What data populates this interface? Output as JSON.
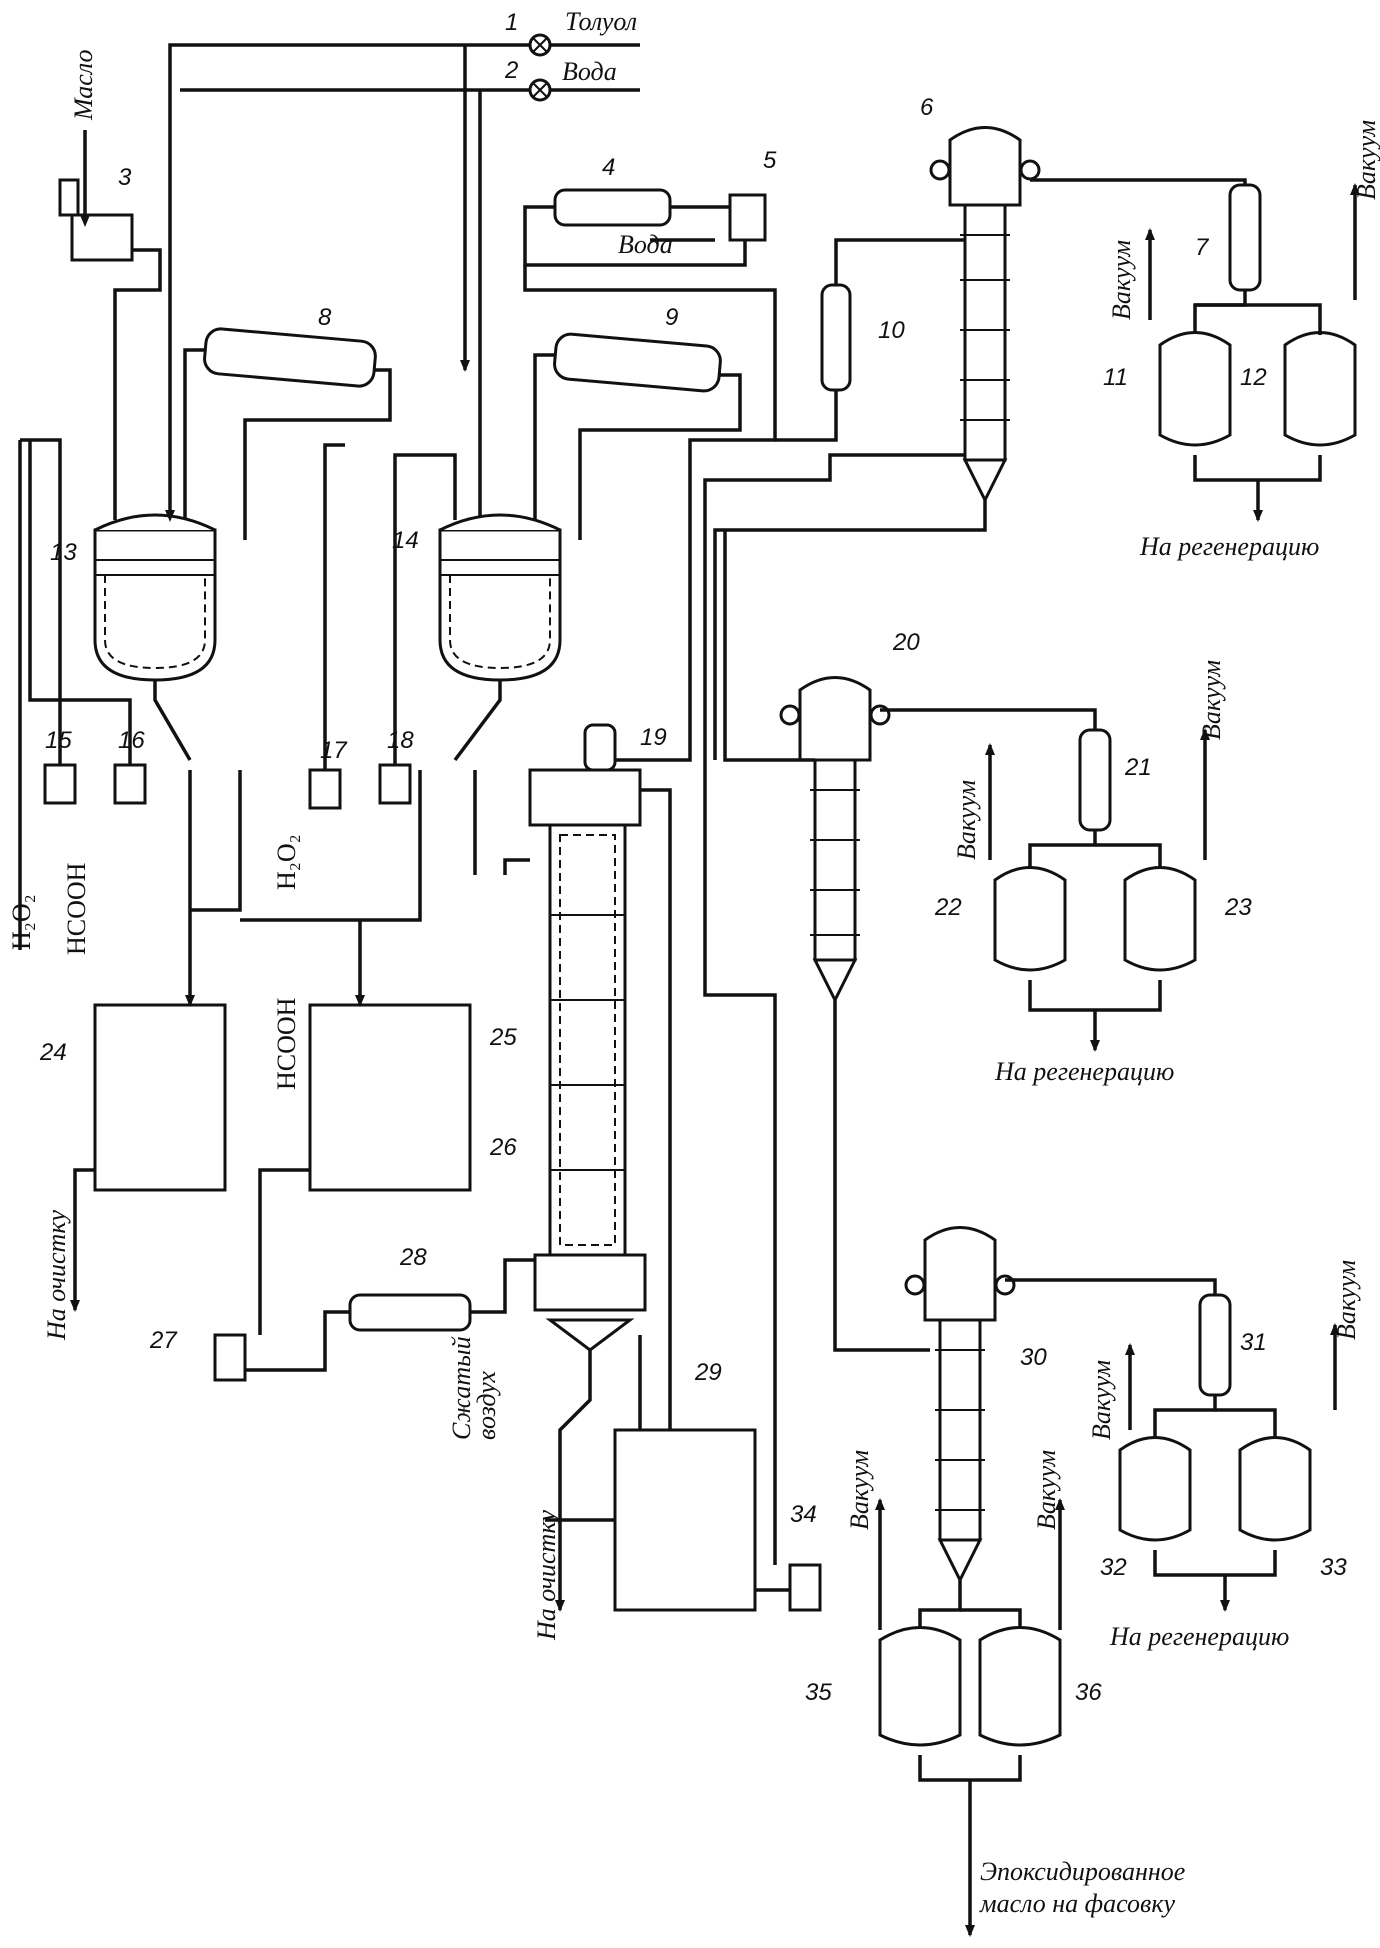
{
  "labels": {
    "toluene": "Толуол",
    "water_top": "Вода",
    "oil": "Масло",
    "water_cooler": "Вода",
    "vacuum": "Вакуум",
    "to_regeneration": "На регенерацию",
    "to_cleaning": "На очистку",
    "compressed_air": "Сжатый воздух",
    "product_line1": "Эпоксидированное",
    "product_line2": "масло на фасовку",
    "h2o2": "H₂O₂",
    "hcooh": "HCOOH"
  },
  "equipment_numbers": [
    "1",
    "2",
    "3",
    "4",
    "5",
    "6",
    "7",
    "8",
    "9",
    "10",
    "11",
    "12",
    "13",
    "14",
    "15",
    "16",
    "17",
    "18",
    "19",
    "20",
    "21",
    "22",
    "23",
    "24",
    "25",
    "26",
    "27",
    "28",
    "29",
    "30",
    "31",
    "32",
    "33",
    "34",
    "35",
    "36"
  ]
}
